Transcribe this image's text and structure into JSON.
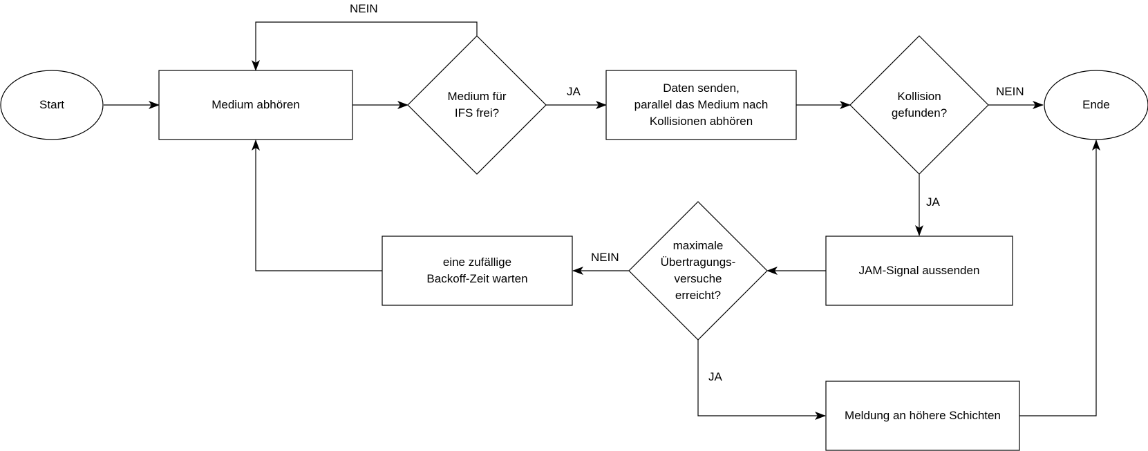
{
  "nodes": {
    "start": "Start",
    "listen": "Medium abhören",
    "ifs_free": "Medium für\nIFS frei?",
    "send_data": "Daten senden,\nparallel das Medium nach\nKollisionen abhören",
    "collision": "Kollision\ngefunden?",
    "end": "Ende",
    "jam": "JAM-Signal aussenden",
    "max_attempts": "maximale\nÜbertragungs-\nversuche\nerreicht?",
    "backoff": "eine zufällige\nBackoff-Zeit warten",
    "report": "Meldung an höhere Schichten"
  },
  "edges": {
    "ifs_no": "NEIN",
    "ifs_yes": "JA",
    "collision_no": "NEIN",
    "collision_yes": "JA",
    "max_no": "NEIN",
    "max_yes": "JA"
  }
}
